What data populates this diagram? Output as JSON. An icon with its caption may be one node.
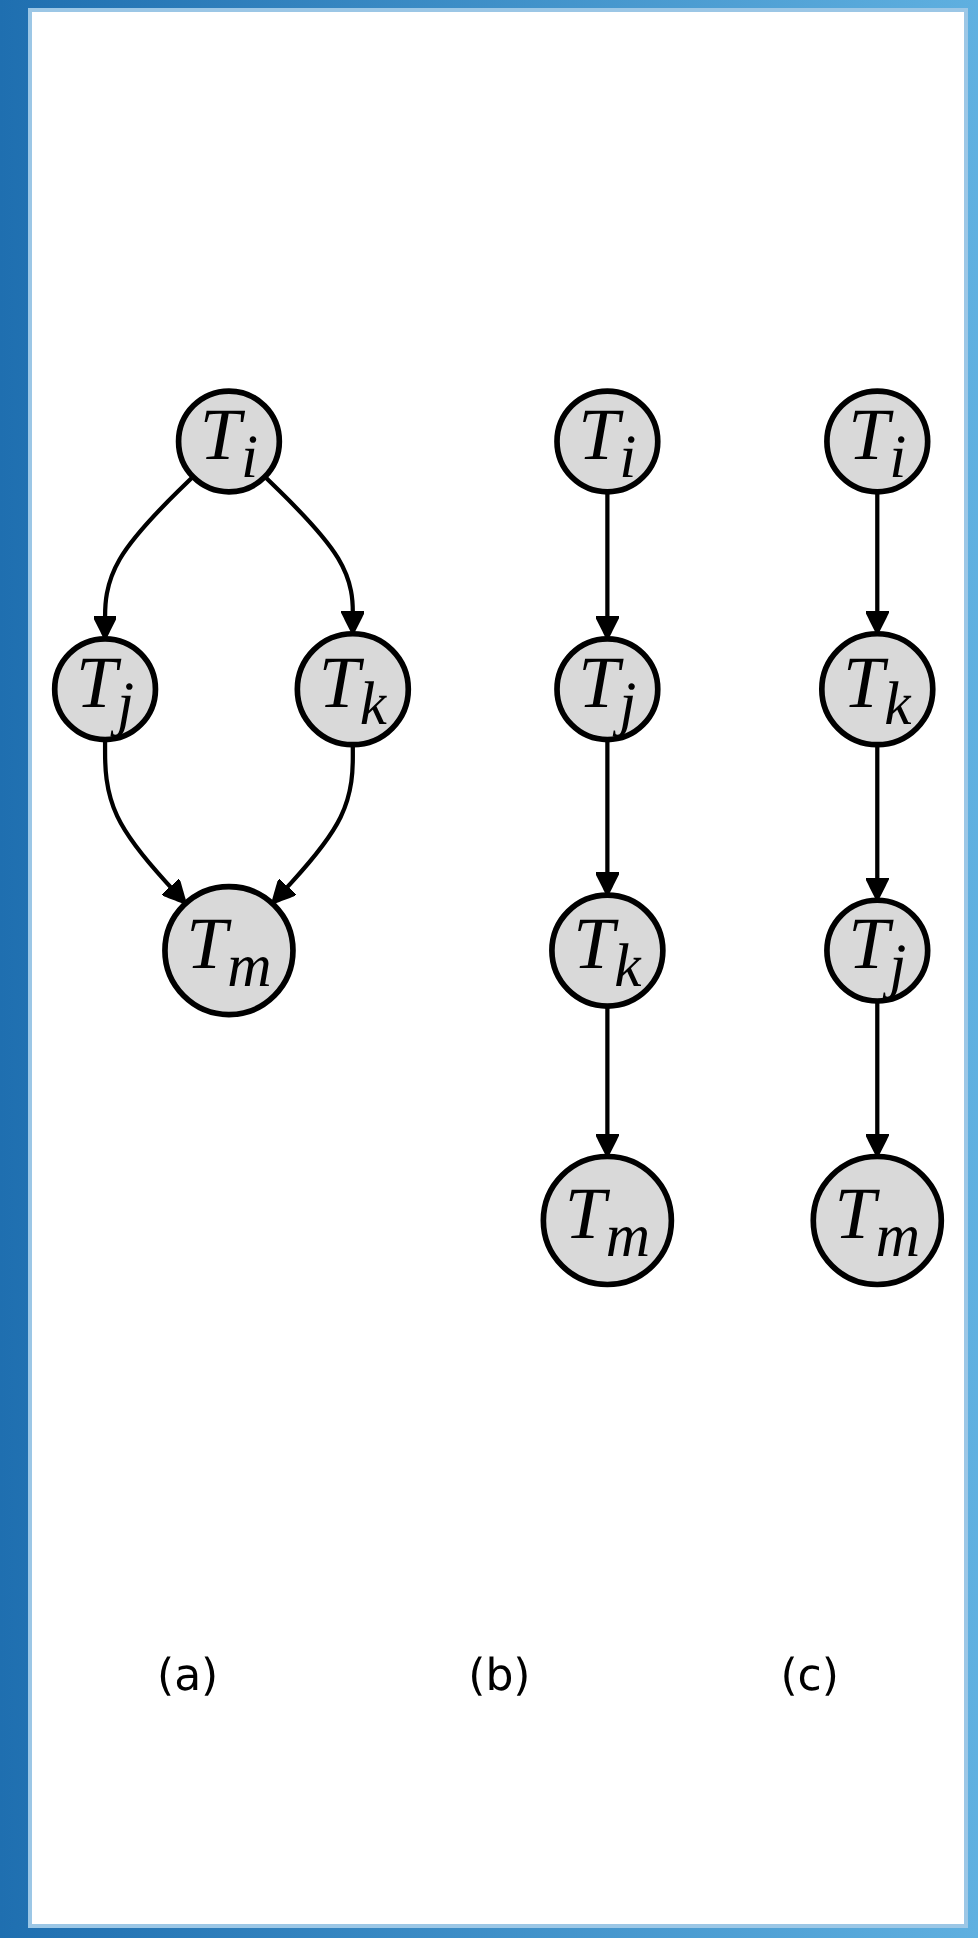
{
  "diagram": {
    "nodes": [
      {
        "text": [
          "T$_{i}$"
        ]
      },
      {
        "text": [
          "T$_{j}$"
        ]
      },
      {
        "text": [
          "T$_{k}$"
        ]
      },
      {
        "text": [
          "T$_{m}$"
        ]
      },
      {
        "text": [
          "T$_{i}$"
        ]
      },
      {
        "text": [
          "T$_{j}$"
        ]
      },
      {
        "text": [
          "T$_{k}$"
        ]
      },
      {
        "text": [
          "T$_{m}$"
        ]
      },
      {
        "text": [
          "T$_{i}$"
        ]
      },
      {
        "text": [
          "T$_{k}$"
        ]
      },
      {
        "text": [
          "T$_{j}$"
        ]
      },
      {
        "text": [
          "T$_{m}$"
        ]
      }
    ],
    "edges": [
      {
        "from": 0,
        "to": 1,
        "arrow": "to"
      },
      {
        "from": 0,
        "to": 2,
        "arrow": "to"
      },
      {
        "from": 1,
        "to": 3,
        "arrow": "to"
      },
      {
        "from": 2,
        "to": 3,
        "arrow": "to"
      },
      {
        "from": 4,
        "to": 5,
        "arrow": "to"
      },
      {
        "from": 5,
        "to": 6,
        "arrow": "to"
      },
      {
        "from": 6,
        "to": 7,
        "arrow": "to"
      },
      {
        "from": 8,
        "to": 9,
        "arrow": "to"
      },
      {
        "from": 9,
        "to": 10,
        "arrow": "to"
      },
      {
        "from": 10,
        "to": 11,
        "arrow": "to"
      }
    ],
    "labels": [
      "(a)",
      "(b)",
      "(c)"
    ]
  }
}
